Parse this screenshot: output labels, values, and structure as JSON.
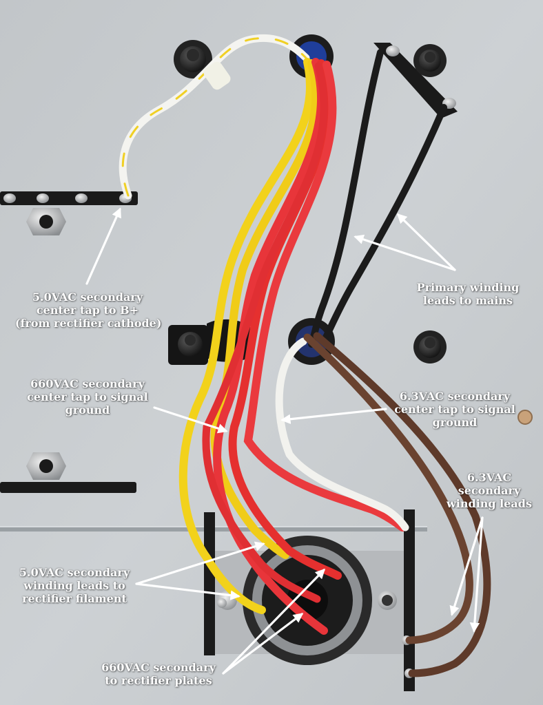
{
  "labels": {
    "b_plus_tap": [
      "5.0VAC secondary",
      "center tap to B+",
      "(from rectifier cathode)"
    ],
    "hv_center_tap": [
      "660VAC secondary",
      "center tap to signal",
      "ground"
    ],
    "primary": [
      "Primary winding",
      "leads to mains"
    ],
    "heater_center_tap": [
      "6.3VAC secondary",
      "center tap to signal",
      "ground"
    ],
    "heater_leads": [
      "6.3VAC",
      "secondary",
      "winding leads"
    ],
    "rect_filament": [
      "5.0VAC secondary",
      "winding leads to",
      "rectifier filament"
    ],
    "rect_plates": [
      "660VAC secondary",
      "to rectifier plates"
    ]
  },
  "colors": {
    "chassis": "#c4c8cb",
    "wire_red": "#e8353a",
    "wire_yellow": "#f2d21b",
    "wire_black": "#1b1b1b",
    "wire_white": "#f2f2ee",
    "wire_brown": "#6a4330",
    "callout_text": "#ffffff"
  }
}
